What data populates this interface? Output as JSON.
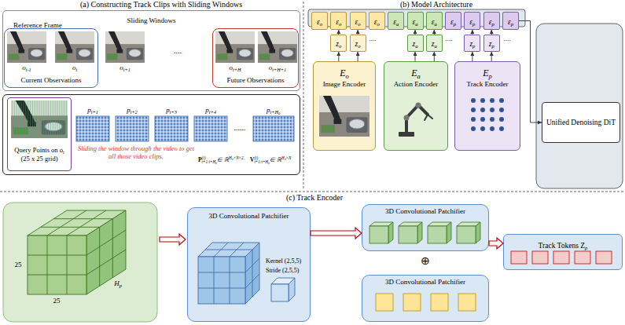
{
  "diagram": {
    "nodes": [
      {
        "text": [
          "Sliding Windows"
        ]
      },
      {
        "text": [
          "Reference Frame",
          "Current Observations"
        ],
        "in": 0
      },
      {
        "text": [
          "Future Observations"
        ],
        "in": 0
      },
      {
        "text": [
          "Sliding the window through the video to get all those video clips."
        ]
      },
      {
        "text": [
          "Query Points on o",
          "t",
          "(25 x 25 grid)"
        ],
        "in": 3
      },
      {
        "text": [
          "ε",
          "o"
        ]
      },
      {
        "text": [
          "ε",
          "o"
        ]
      },
      {
        "text": [
          "ε",
          "o"
        ]
      },
      {
        "text": [
          "ε",
          "o"
        ]
      },
      {
        "text": [
          "ε",
          "a"
        ]
      },
      {
        "text": [
          "ε",
          "a"
        ]
      },
      {
        "text": [
          "ε",
          "a"
        ]
      },
      {
        "text": [
          "ε",
          "p"
        ]
      },
      {
        "text": [
          "ε",
          "p"
        ]
      },
      {
        "text": [
          "ε",
          "p"
        ]
      },
      {
        "text": [
          "ε",
          "p"
        ]
      },
      {
        "text": [
          "z",
          "o"
        ]
      },
      {
        "text": [
          "z",
          "o"
        ]
      },
      {
        "text": [
          "z",
          "a"
        ]
      },
      {
        "text": [
          "z",
          "a"
        ]
      },
      {
        "text": [
          "z",
          "p"
        ]
      },
      {
        "text": [
          "z",
          "p"
        ]
      },
      {
        "text": [
          "E",
          "o",
          "Image Encoder"
        ]
      },
      {
        "text": [
          "E",
          "a",
          "Action Encoder"
        ]
      },
      {
        "text": [
          "E",
          "p",
          "Track Encoder"
        ]
      },
      {
        "text": [
          "Unified Denoising DiT"
        ]
      },
      {
        "text": [
          "3D Convolutional Patchifier",
          "Kernel (2,5,5)",
          "Stride (2,5,5)"
        ]
      },
      {
        "text": [
          "3D Convolutional Patchifier"
        ]
      },
      {
        "text": [
          "3D Convolutional Patchifier"
        ]
      },
      {
        "text": [
          "Track Tokens Z",
          "p"
        ]
      }
    ],
    "edges": [
      {
        "from": 16,
        "to": 6,
        "arrow": "to"
      },
      {
        "from": 17,
        "to": 7,
        "arrow": "to"
      },
      {
        "from": 18,
        "to": 10,
        "arrow": "to"
      },
      {
        "from": 19,
        "to": 11,
        "arrow": "to"
      },
      {
        "from": 20,
        "to": 13,
        "arrow": "to"
      },
      {
        "from": 21,
        "to": 14,
        "arrow": "to"
      },
      {
        "from": 22,
        "to": 16,
        "arrow": "to"
      },
      {
        "from": 22,
        "to": 17,
        "arrow": "to"
      },
      {
        "from": 23,
        "to": 18,
        "arrow": "to"
      },
      {
        "from": 23,
        "to": 19,
        "arrow": "to"
      },
      {
        "from": 24,
        "to": 20,
        "arrow": "to"
      },
      {
        "from": 24,
        "to": 21,
        "arrow": "to"
      },
      {
        "from": 15,
        "to": 25,
        "arrow": "to"
      },
      {
        "from": 26,
        "to": 27,
        "arrow": "to"
      },
      {
        "from": 27,
        "to": 29,
        "arrow": "to"
      }
    ],
    "labels": [
      "(a) Constructing Track Clips with Sliding Windows",
      "o",
      "t-1",
      "o",
      "t",
      "o",
      "t+1",
      "....",
      "o",
      "t+H",
      "o",
      "t+H+1",
      "p",
      "t+1",
      "p",
      "t+2",
      "p",
      "t+3",
      "p",
      "t+4",
      "......",
      "p",
      "t+Hₚ",
      "P",
      "(i)",
      "t+1:t+Hₚ",
      "∈ ℝ",
      "Hₚ×N×2,",
      "V",
      "(i)",
      "t+1:t+Hₚ",
      "∈ ℝ",
      "Hₚ×N",
      "(b) Model Architecture",
      "....",
      "....",
      "....",
      "(c) Track Encoder",
      "25",
      "25",
      "H",
      "p",
      "⊕"
    ]
  }
}
